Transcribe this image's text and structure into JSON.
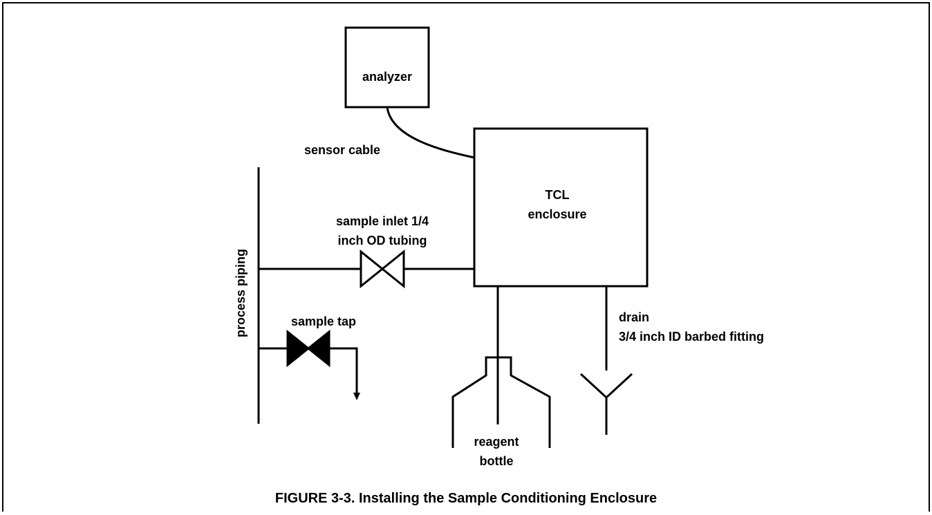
{
  "diagram": {
    "analyzer_label": "analyzer",
    "sensor_cable_label": "sensor cable",
    "enclosure_label_line1": "TCL",
    "enclosure_label_line2": "enclosure",
    "sample_inlet_line1": "sample inlet 1/4",
    "sample_inlet_line2": "inch OD tubing",
    "process_piping_label": "process piping",
    "sample_tap_label": "sample tap",
    "reagent_line1": "reagent",
    "reagent_line2": "bottle",
    "drain_line1": "drain",
    "drain_line2": "3/4 inch ID barbed fitting"
  },
  "caption": "FIGURE 3-3. Installing the Sample Conditioning Enclosure",
  "colors": {
    "stroke": "#000000",
    "background": "#ffffff"
  }
}
